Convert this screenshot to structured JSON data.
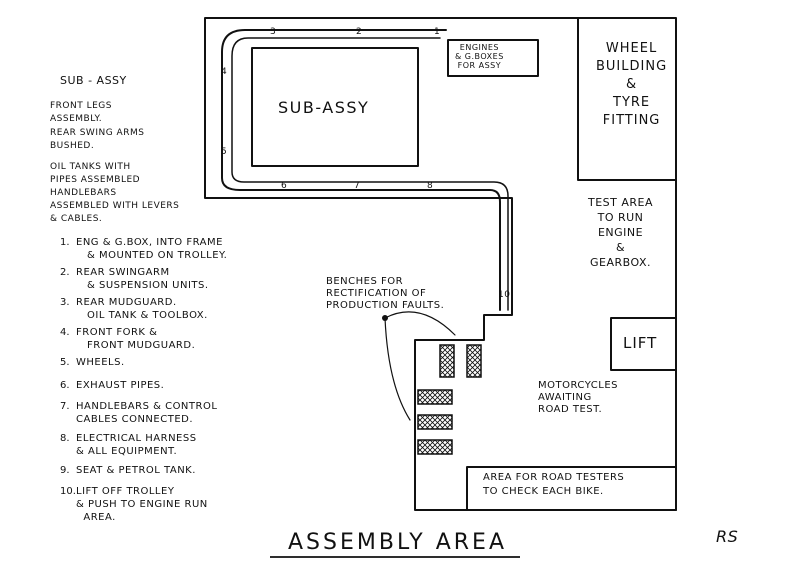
{
  "left_panel": {
    "heading": "SUB - ASSY",
    "notes": [
      "FRONT LEGS\nASSEMBLY.",
      "REAR SWING ARMS\nBUSHED.",
      "OIL TANKS WITH\nPIPES ASSEMBLED\nHANDLEBARS\nASSEMBLED WITH LEVERS\n& CABLES."
    ],
    "steps": [
      {
        "n": "1.",
        "text": "ENG & G.BOX, INTO FRAME\n   & MOUNTED ON TROLLEY."
      },
      {
        "n": "2.",
        "text": "REAR SWINGARM\n   & SUSPENSION UNITS."
      },
      {
        "n": "3.",
        "text": "REAR MUDGUARD.\n   OIL TANK & TOOLBOX."
      },
      {
        "n": "4.",
        "text": "FRONT FORK &\n   FRONT MUDGUARD."
      },
      {
        "n": "5.",
        "text": "WHEELS."
      },
      {
        "n": "6.",
        "text": "EXHAUST PIPES."
      },
      {
        "n": "7.",
        "text": "HANDLEBARS & CONTROL\nCABLES CONNECTED."
      },
      {
        "n": "8.",
        "text": "ELECTRICAL HARNESS\n& ALL EQUIPMENT."
      },
      {
        "n": "9.",
        "text": "SEAT & PETROL TANK."
      },
      {
        "n": "10.",
        "text": "LIFT OFF TROLLEY\n& PUSH TO ENGINE RUN\n  AREA."
      }
    ]
  },
  "areas": {
    "sub_assy": "SUB-ASSY",
    "engines": "ENGINES\n& G.BOXES\nFOR ASSY",
    "wheel_building": "WHEEL\nBUILDING\n&\nTYRE\nFITTING",
    "test_area": "TEST AREA\nTO RUN\nENGINE\n&\nGEARBOX.",
    "lift": "LIFT",
    "benches": "BENCHES FOR\nRECTIFICATION OF\nPRODUCTION FAULTS.",
    "motorcycles": "MOTORCYCLES\nAWAITING\nROAD TEST.",
    "road_testers": "AREA FOR ROAD TESTERS\nTO CHECK EACH BIKE."
  },
  "track_numbers": [
    "1",
    "2",
    "3",
    "4",
    "5",
    "6",
    "7",
    "8",
    "10"
  ],
  "title": "ASSEMBLY AREA",
  "initials": "RS"
}
